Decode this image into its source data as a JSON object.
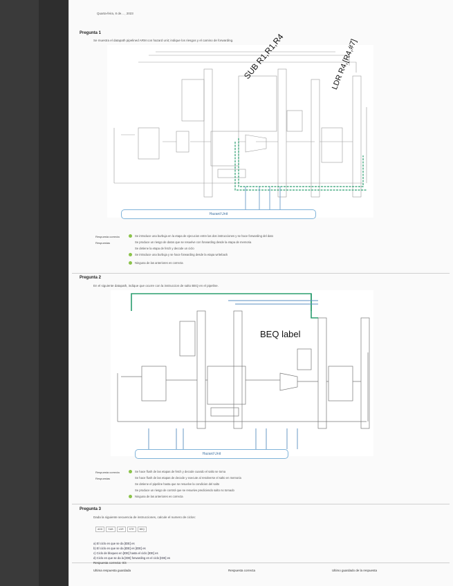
{
  "top_snippet": "Quarta-feira, 8 de... , 2023",
  "q1": {
    "title": "Pregunta 1",
    "text": "Se muestra el datapath pipelined ARM con hazard unit; indique los riesgos y el camino de forwarding.",
    "handwritten_1": "SUB R1,R1,R4",
    "handwritten_2": "LDR R4,[R4,#7]",
    "hazard_label": "Hazard Unit",
    "answer_label": "Respuesta correcta",
    "answer_label2": "Respuestas",
    "answers": [
      "Se introduce una burbuja en la etapa de ejecucion entre las dos instrucciones y se hace forwarding del dato",
      "Se produce un riesgo de datos que se resuelve con forwarding desde la etapa de memoria",
      "Se detiene la etapa de fetch y decode un ciclo",
      "Se introduce una burbuja y se hace forwarding desde la etapa writeback",
      "Ninguna de las anteriores es correcta"
    ]
  },
  "q2": {
    "title": "Pregunta 2",
    "text": "En el siguiente datapath, indique que ocurre con la instruccion de salto BEQ en el pipeline.",
    "handwritten": "BEQ label",
    "hazard_label": "Hazard Unit",
    "answer_label": "Respuesta correcta",
    "answer_label2": "Respuestas",
    "answers": [
      "Se hace flush de las etapas de fetch y decode cuando el salto se toma",
      "Se hace flush de las etapas de decode y execute al resolverse el salto en memoria",
      "Se detiene el pipeline hasta que se resuelve la condicion del salto",
      "Se produce un riesgo de control que se resuelve prediciendo salto no tomado",
      "Ninguna de las anteriores es correcta"
    ]
  },
  "q3": {
    "title": "Pregunta 3",
    "text": "Dada la siguiente secuencia de instrucciones, calcule el numero de ciclos:",
    "table": [
      "ADD",
      "SUB",
      "LDR",
      "STR",
      "BEQ"
    ],
    "lines": [
      "a) El ciclo en que se da [IDE] es",
      "b) El ciclo en que se da [IDE] es [IDE] es",
      "c) Ciclo de bloqueo en [IDE] hasta el ciclo [IDE] es",
      "d) Ciclo en que se da la [IDE] forwarding en el ciclo [IDE] es"
    ]
  },
  "footer": {
    "left": "Respuesta correcta: 0/4",
    "col1": "Ultima respuesta guardada",
    "col2": "Respuesta correcta",
    "col3": "Ultimo guardado de la respuesta"
  },
  "colors": {
    "sidebar": "#3a3a3a",
    "wire_green": "#2a9d6f",
    "wire_blue": "#5a8fc0",
    "correct_icon": "#8bc34a"
  }
}
